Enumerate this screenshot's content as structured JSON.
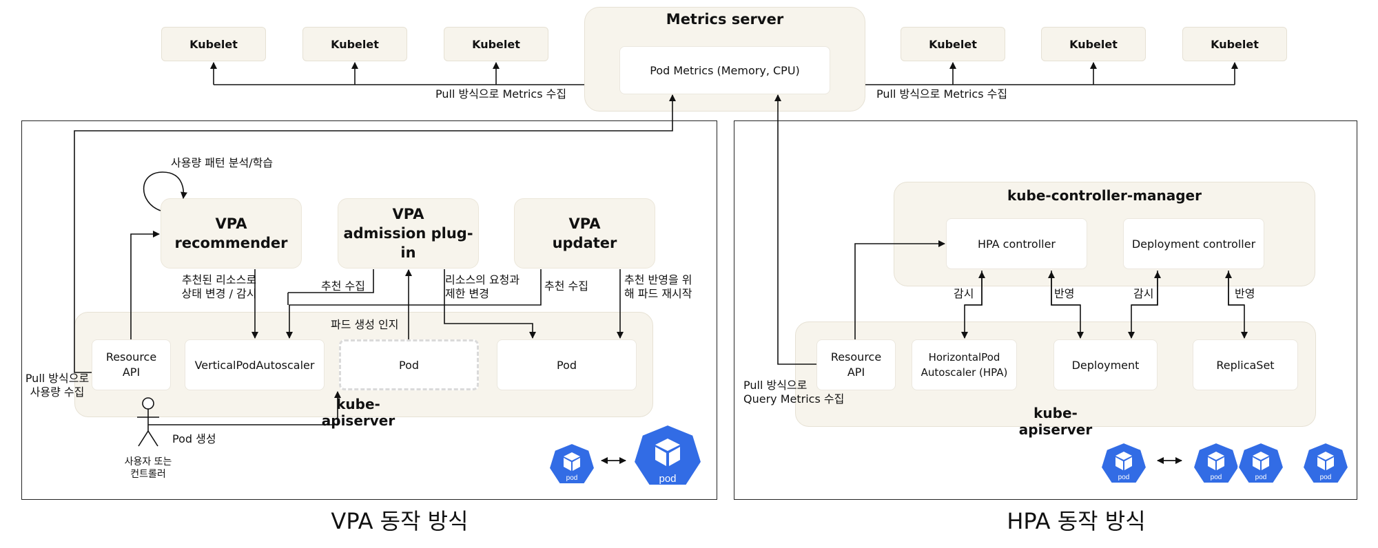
{
  "metrics_server": {
    "title": "Metrics server",
    "pod_metrics": "Pod Metrics (Memory, CPU)"
  },
  "kubelets": {
    "left": [
      "Kubelet",
      "Kubelet",
      "Kubelet"
    ],
    "right": [
      "Kubelet",
      "Kubelet",
      "Kubelet"
    ]
  },
  "pull_metrics_left": "Pull 방식으로 Metrics 수집",
  "pull_metrics_right": "Pull 방식으로 Metrics 수집",
  "vpa": {
    "caption": "VPA 동작 방식",
    "pattern_label": "사용량 패턴 분석/학습",
    "recommender": "VPA\nrecommender",
    "admission": "VPA\nadmission plug-in",
    "updater": "VPA\nupdater",
    "label_state": "추천된 리소스로\n상태 변경 / 감시",
    "label_collect1": "추천 수집",
    "label_limit": "리소스의 요청과\n제한 변경",
    "label_collect2": "추천 수집",
    "label_restart": "추천 반영을 위\n해 파드 재시작",
    "label_pod_detect": "파드 생성 인지",
    "apiserver": "kube-apiserver",
    "resource_api": "Resource\nAPI",
    "vpa_object": "VerticalPodAutoscaler",
    "pod_pending": "Pod",
    "pod": "Pod",
    "pull_usage": "Pull 방식으로\n사용량 수집",
    "user": "사용자 또는\n컨트롤러",
    "pod_create": "Pod 생성",
    "icon_small_label": "pod",
    "icon_big_label": "pod"
  },
  "hpa": {
    "caption": "HPA 동작 방식",
    "controller_manager": "kube-controller-manager",
    "hpa_controller": "HPA controller",
    "deployment_controller": "Deployment controller",
    "watch1": "감시",
    "apply1": "반영",
    "watch2": "감시",
    "apply2": "반영",
    "apiserver": "kube-apiserver",
    "resource_api": "Resource\nAPI",
    "hpa_object": "HorizontalPod\nAutoscaler (HPA)",
    "deployment": "Deployment",
    "replicaset": "ReplicaSet",
    "pull_query": "Pull 방식으로\nQuery Metrics 수집",
    "icon_labels": [
      "pod",
      "pod",
      "pod",
      "pod"
    ]
  },
  "colors": {
    "component_bg": "#f7f4ec",
    "k8s_blue": "#326ce5",
    "border": "#222222"
  }
}
